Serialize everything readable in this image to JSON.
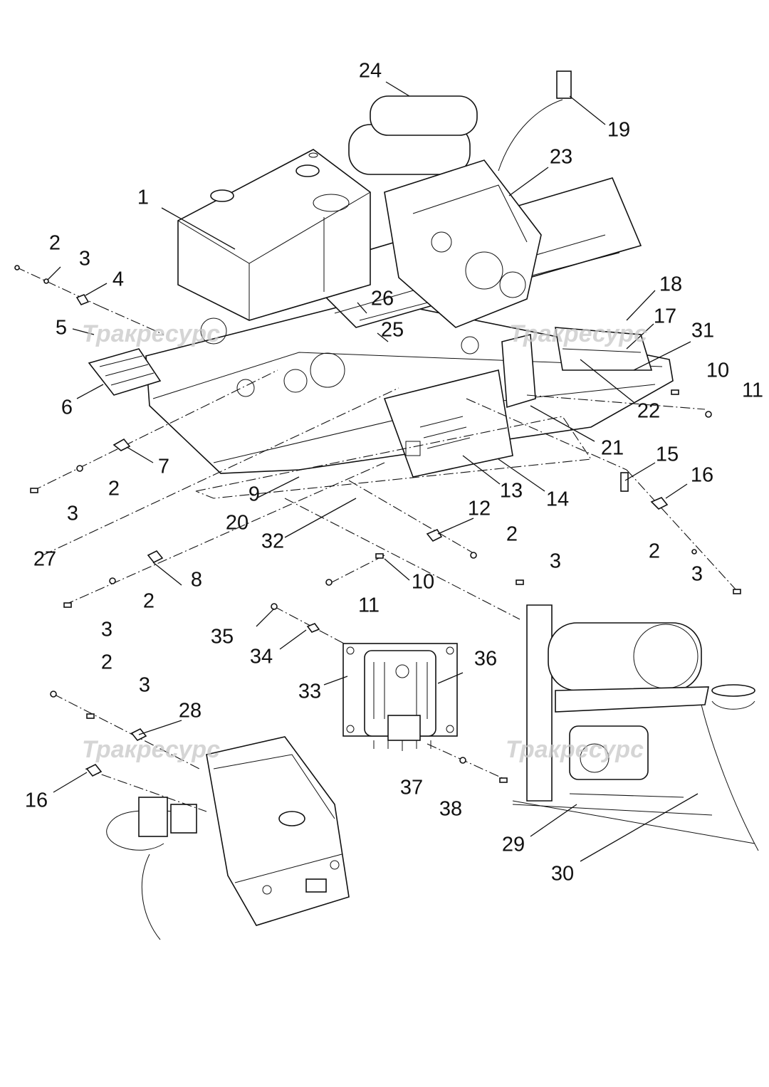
{
  "watermark": {
    "text": "Тракресурс",
    "color": "#c0c0c0"
  },
  "callouts": [
    {
      "id": "1"
    },
    {
      "id": "2"
    },
    {
      "id": "3"
    },
    {
      "id": "4"
    },
    {
      "id": "5"
    },
    {
      "id": "6"
    },
    {
      "id": "7"
    },
    {
      "id": "2"
    },
    {
      "id": "3"
    },
    {
      "id": "9"
    },
    {
      "id": "20"
    },
    {
      "id": "27"
    },
    {
      "id": "8"
    },
    {
      "id": "2"
    },
    {
      "id": "3"
    },
    {
      "id": "24"
    },
    {
      "id": "19"
    },
    {
      "id": "23"
    },
    {
      "id": "18"
    },
    {
      "id": "17"
    },
    {
      "id": "31"
    },
    {
      "id": "26"
    },
    {
      "id": "25"
    },
    {
      "id": "10"
    },
    {
      "id": "11"
    },
    {
      "id": "22"
    },
    {
      "id": "21"
    },
    {
      "id": "15"
    },
    {
      "id": "16"
    },
    {
      "id": "13"
    },
    {
      "id": "14"
    },
    {
      "id": "12"
    },
    {
      "id": "2"
    },
    {
      "id": "3"
    },
    {
      "id": "2"
    },
    {
      "id": "3"
    },
    {
      "id": "32"
    },
    {
      "id": "10"
    },
    {
      "id": "11"
    },
    {
      "id": "35"
    },
    {
      "id": "34"
    },
    {
      "id": "36"
    },
    {
      "id": "33"
    },
    {
      "id": "2"
    },
    {
      "id": "3"
    },
    {
      "id": "28"
    },
    {
      "id": "16"
    },
    {
      "id": "37"
    },
    {
      "id": "38"
    },
    {
      "id": "29"
    },
    {
      "id": "30"
    }
  ]
}
